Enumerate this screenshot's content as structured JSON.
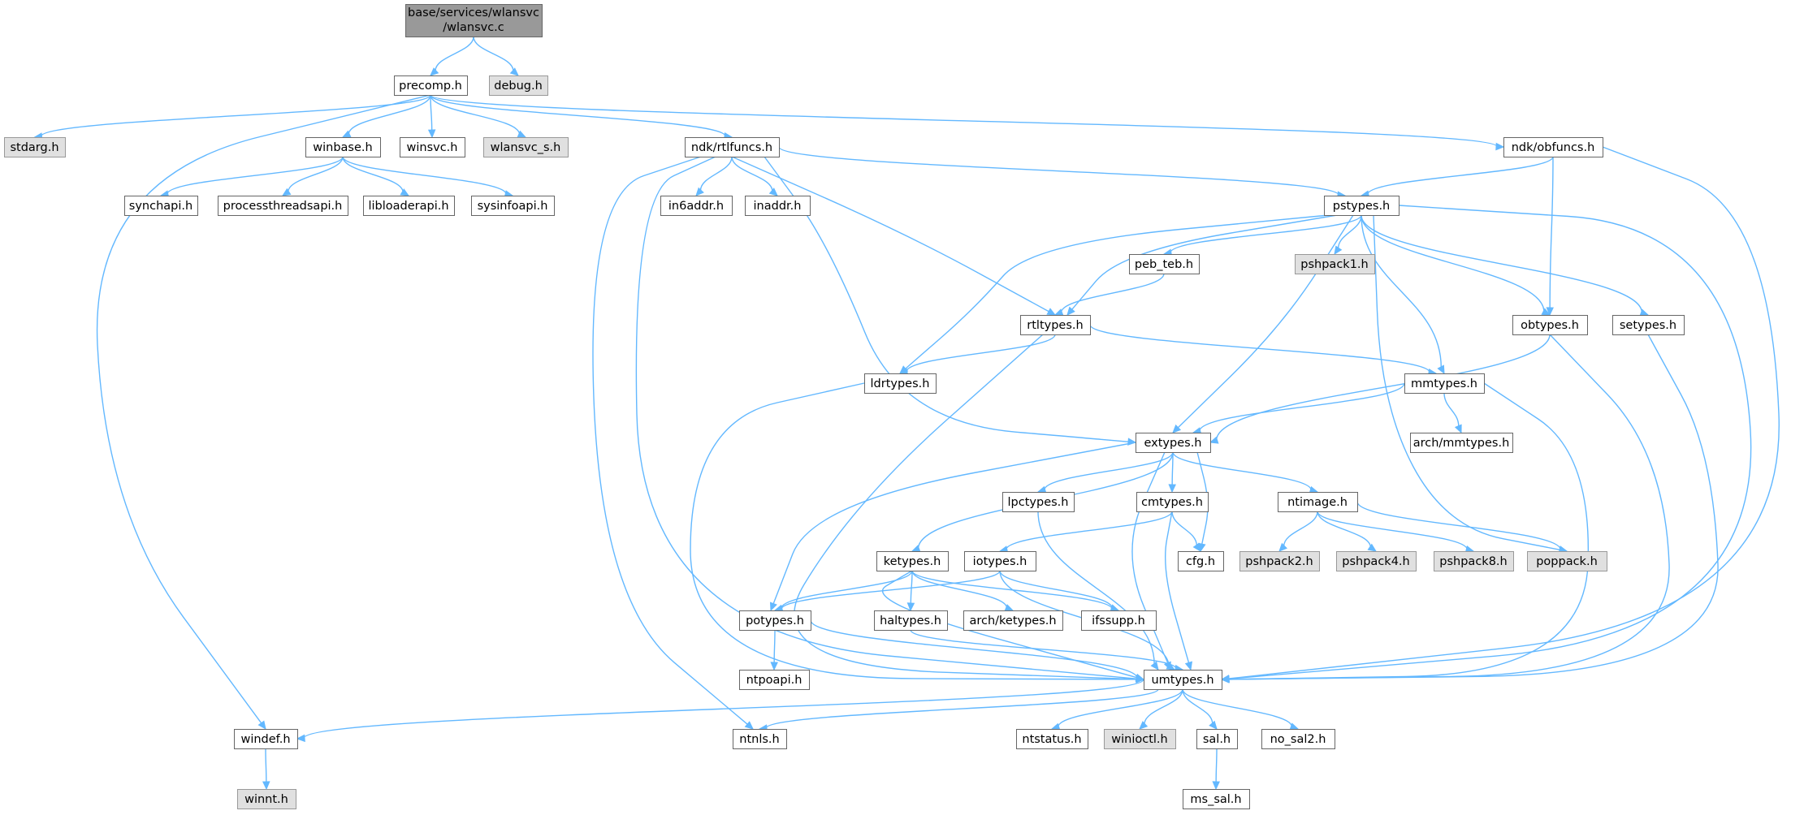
{
  "graph": {
    "title_lines": [
      "base/services/wlansvc",
      "/wlansvc.c"
    ],
    "edge_color": "#63b8ff",
    "nodes": [
      {
        "id": "root",
        "label": "base/services/wlansvc/wlansvc.c",
        "style": "root"
      },
      {
        "id": "precomp",
        "label": "precomp.h",
        "style": "normal"
      },
      {
        "id": "debug",
        "label": "debug.h",
        "style": "grey"
      },
      {
        "id": "stdarg",
        "label": "stdarg.h",
        "style": "grey"
      },
      {
        "id": "winbase",
        "label": "winbase.h",
        "style": "normal"
      },
      {
        "id": "winsvc",
        "label": "winsvc.h",
        "style": "normal"
      },
      {
        "id": "wlansvc_s",
        "label": "wlansvc_s.h",
        "style": "grey"
      },
      {
        "id": "rtlfuncs",
        "label": "ndk/rtlfuncs.h",
        "style": "normal"
      },
      {
        "id": "obfuncs",
        "label": "ndk/obfuncs.h",
        "style": "normal"
      },
      {
        "id": "synchapi",
        "label": "synchapi.h",
        "style": "normal"
      },
      {
        "id": "processthreadsapi",
        "label": "processthreadsapi.h",
        "style": "normal"
      },
      {
        "id": "libloaderapi",
        "label": "libloaderapi.h",
        "style": "normal"
      },
      {
        "id": "sysinfoapi",
        "label": "sysinfoapi.h",
        "style": "normal"
      },
      {
        "id": "in6addr",
        "label": "in6addr.h",
        "style": "normal"
      },
      {
        "id": "inaddr",
        "label": "inaddr.h",
        "style": "normal"
      },
      {
        "id": "pstypes",
        "label": "pstypes.h",
        "style": "normal"
      },
      {
        "id": "peb_teb",
        "label": "peb_teb.h",
        "style": "normal"
      },
      {
        "id": "pshpack1",
        "label": "pshpack1.h",
        "style": "grey"
      },
      {
        "id": "rtltypes",
        "label": "rtltypes.h",
        "style": "normal"
      },
      {
        "id": "obtypes",
        "label": "obtypes.h",
        "style": "normal"
      },
      {
        "id": "setypes",
        "label": "setypes.h",
        "style": "normal"
      },
      {
        "id": "ldrtypes",
        "label": "ldrtypes.h",
        "style": "normal"
      },
      {
        "id": "mmtypes",
        "label": "mmtypes.h",
        "style": "normal"
      },
      {
        "id": "extypes",
        "label": "extypes.h",
        "style": "normal"
      },
      {
        "id": "arch_mmtypes",
        "label": "arch/mmtypes.h",
        "style": "normal"
      },
      {
        "id": "lpctypes",
        "label": "lpctypes.h",
        "style": "normal"
      },
      {
        "id": "cmtypes",
        "label": "cmtypes.h",
        "style": "normal"
      },
      {
        "id": "ntimage",
        "label": "ntimage.h",
        "style": "normal"
      },
      {
        "id": "cfg",
        "label": "cfg.h",
        "style": "normal"
      },
      {
        "id": "pshpack2",
        "label": "pshpack2.h",
        "style": "grey"
      },
      {
        "id": "pshpack4",
        "label": "pshpack4.h",
        "style": "grey"
      },
      {
        "id": "pshpack8",
        "label": "pshpack8.h",
        "style": "grey"
      },
      {
        "id": "poppack",
        "label": "poppack.h",
        "style": "grey"
      },
      {
        "id": "ketypes",
        "label": "ketypes.h",
        "style": "normal"
      },
      {
        "id": "iotypes",
        "label": "iotypes.h",
        "style": "normal"
      },
      {
        "id": "potypes",
        "label": "potypes.h",
        "style": "normal"
      },
      {
        "id": "haltypes",
        "label": "haltypes.h",
        "style": "normal"
      },
      {
        "id": "arch_ketypes",
        "label": "arch/ketypes.h",
        "style": "normal"
      },
      {
        "id": "ifssupp",
        "label": "ifssupp.h",
        "style": "normal"
      },
      {
        "id": "ntpoapi",
        "label": "ntpoapi.h",
        "style": "normal"
      },
      {
        "id": "umtypes",
        "label": "umtypes.h",
        "style": "normal"
      },
      {
        "id": "windef",
        "label": "windef.h",
        "style": "normal"
      },
      {
        "id": "ntnls",
        "label": "ntnls.h",
        "style": "normal"
      },
      {
        "id": "ntstatus",
        "label": "ntstatus.h",
        "style": "normal"
      },
      {
        "id": "winioctl",
        "label": "winioctl.h",
        "style": "grey"
      },
      {
        "id": "sal",
        "label": "sal.h",
        "style": "normal"
      },
      {
        "id": "no_sal2",
        "label": "no_sal2.h",
        "style": "normal"
      },
      {
        "id": "winnt",
        "label": "winnt.h",
        "style": "grey"
      },
      {
        "id": "ms_sal",
        "label": "ms_sal.h",
        "style": "normal"
      }
    ],
    "edges": [
      [
        "root",
        "precomp"
      ],
      [
        "root",
        "debug"
      ],
      [
        "precomp",
        "stdarg"
      ],
      [
        "precomp",
        "windef"
      ],
      [
        "precomp",
        "winbase"
      ],
      [
        "precomp",
        "winsvc"
      ],
      [
        "precomp",
        "wlansvc_s"
      ],
      [
        "precomp",
        "rtlfuncs"
      ],
      [
        "precomp",
        "obfuncs"
      ],
      [
        "winbase",
        "synchapi"
      ],
      [
        "winbase",
        "processthreadsapi"
      ],
      [
        "winbase",
        "libloaderapi"
      ],
      [
        "winbase",
        "sysinfoapi"
      ],
      [
        "rtlfuncs",
        "ntnls"
      ],
      [
        "rtlfuncs",
        "umtypes"
      ],
      [
        "rtlfuncs",
        "in6addr"
      ],
      [
        "rtlfuncs",
        "inaddr"
      ],
      [
        "rtlfuncs",
        "rtltypes"
      ],
      [
        "rtlfuncs",
        "extypes"
      ],
      [
        "rtlfuncs",
        "pstypes"
      ],
      [
        "obfuncs",
        "pstypes"
      ],
      [
        "obfuncs",
        "obtypes"
      ],
      [
        "obfuncs",
        "umtypes"
      ],
      [
        "pstypes",
        "ldrtypes"
      ],
      [
        "pstypes",
        "rtltypes"
      ],
      [
        "pstypes",
        "peb_teb"
      ],
      [
        "pstypes",
        "pshpack1"
      ],
      [
        "pstypes",
        "extypes"
      ],
      [
        "pstypes",
        "mmtypes"
      ],
      [
        "pstypes",
        "obtypes"
      ],
      [
        "pstypes",
        "setypes"
      ],
      [
        "pstypes",
        "poppack"
      ],
      [
        "pstypes",
        "umtypes"
      ],
      [
        "peb_teb",
        "rtltypes"
      ],
      [
        "rtltypes",
        "ldrtypes"
      ],
      [
        "rtltypes",
        "mmtypes"
      ],
      [
        "rtltypes",
        "umtypes"
      ],
      [
        "ldrtypes",
        "umtypes"
      ],
      [
        "mmtypes",
        "extypes"
      ],
      [
        "mmtypes",
        "arch_mmtypes"
      ],
      [
        "mmtypes",
        "umtypes"
      ],
      [
        "obtypes",
        "extypes"
      ],
      [
        "obtypes",
        "umtypes"
      ],
      [
        "setypes",
        "umtypes"
      ],
      [
        "extypes",
        "potypes"
      ],
      [
        "extypes",
        "ketypes"
      ],
      [
        "extypes",
        "lpctypes"
      ],
      [
        "extypes",
        "cmtypes"
      ],
      [
        "extypes",
        "cfg"
      ],
      [
        "extypes",
        "ntimage"
      ],
      [
        "extypes",
        "umtypes"
      ],
      [
        "lpctypes",
        "umtypes"
      ],
      [
        "cmtypes",
        "iotypes"
      ],
      [
        "cmtypes",
        "cfg"
      ],
      [
        "cmtypes",
        "umtypes"
      ],
      [
        "ntimage",
        "pshpack2"
      ],
      [
        "ntimage",
        "pshpack4"
      ],
      [
        "ntimage",
        "pshpack8"
      ],
      [
        "ntimage",
        "poppack"
      ],
      [
        "ketypes",
        "potypes"
      ],
      [
        "ketypes",
        "haltypes"
      ],
      [
        "ketypes",
        "arch_ketypes"
      ],
      [
        "ketypes",
        "ifssupp"
      ],
      [
        "ketypes",
        "umtypes"
      ],
      [
        "iotypes",
        "potypes"
      ],
      [
        "iotypes",
        "ifssupp"
      ],
      [
        "iotypes",
        "umtypes"
      ],
      [
        "potypes",
        "ntpoapi"
      ],
      [
        "potypes",
        "umtypes"
      ],
      [
        "haltypes",
        "umtypes"
      ],
      [
        "umtypes",
        "windef"
      ],
      [
        "umtypes",
        "ntnls"
      ],
      [
        "umtypes",
        "ntstatus"
      ],
      [
        "umtypes",
        "winioctl"
      ],
      [
        "umtypes",
        "sal"
      ],
      [
        "umtypes",
        "no_sal2"
      ],
      [
        "windef",
        "winnt"
      ],
      [
        "sal",
        "ms_sal"
      ]
    ]
  }
}
